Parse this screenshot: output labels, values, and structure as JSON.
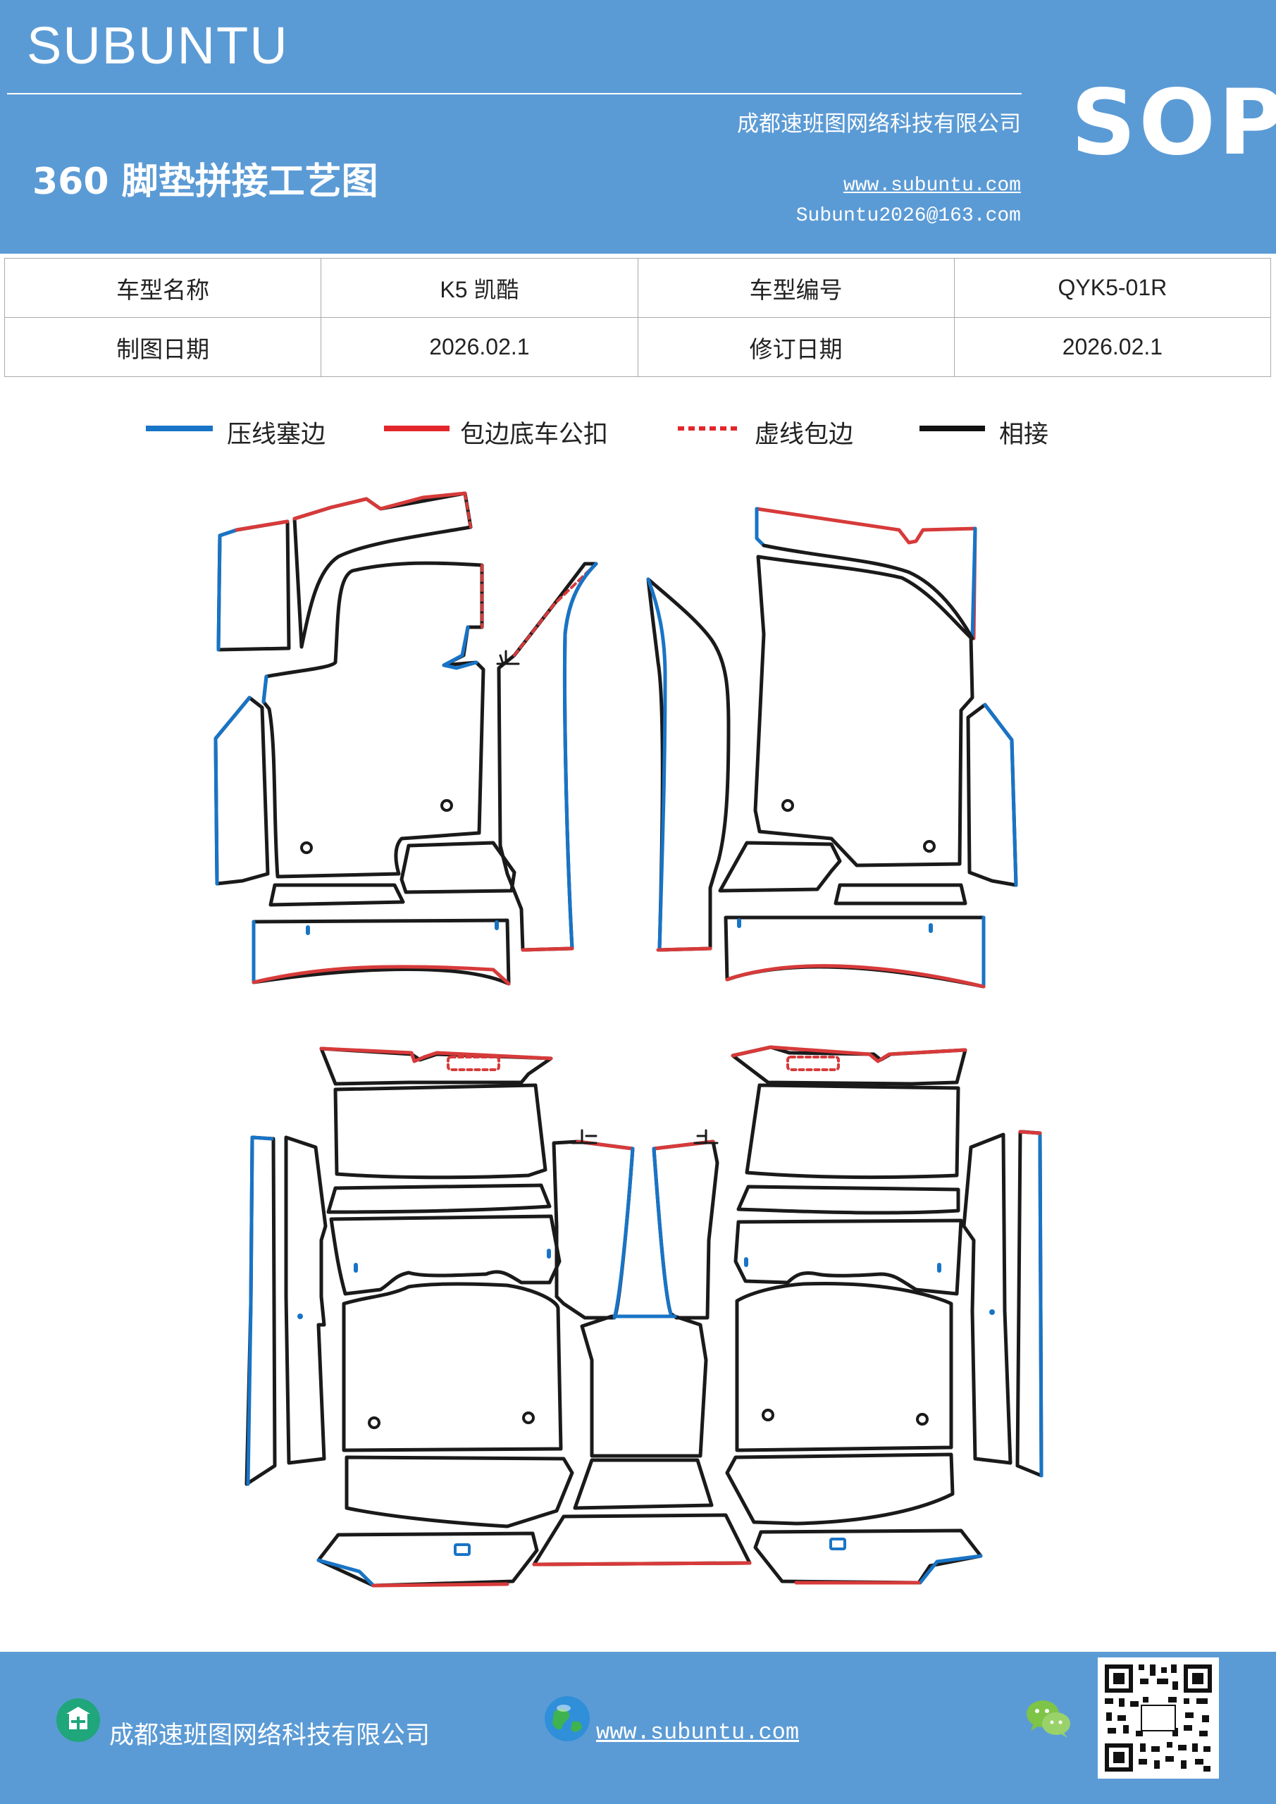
{
  "header": {
    "brand": "SUBUNTU",
    "company": "成都速班图网络科技有限公司",
    "title": "360 脚垫拼接工艺图",
    "website": "www.subuntu.com",
    "email": "Subuntu2026@163.com",
    "badge": "SOP"
  },
  "info": {
    "model_name_label": "车型名称",
    "model_name_value": "K5 凯酷",
    "model_code_label": "车型编号",
    "model_code_value": "QYK5-01R",
    "draw_date_label": "制图日期",
    "draw_date_value": "2026.02.1",
    "revise_date_label": "修订日期",
    "revise_date_value": "2026.02.1"
  },
  "legend": {
    "items": [
      {
        "label": "压线塞边",
        "color": "#1874c6",
        "style": "solid"
      },
      {
        "label": "包边底车公扣",
        "color": "#e2262b",
        "style": "solid"
      },
      {
        "label": "虚线包边",
        "color": "#e2262b",
        "style": "dotted"
      },
      {
        "label": "相接",
        "color": "#111111",
        "style": "solid"
      }
    ]
  },
  "colors": {
    "header_bg": "#5b9bd5",
    "blue_edge": "#1874c6",
    "red_edge": "#d73a3a",
    "black_edge": "#1a1a1a"
  },
  "footer": {
    "company": "成都速班图网络科技有限公司",
    "website": "www.subuntu.com",
    "icons": [
      "building-icon",
      "globe-icon",
      "wechat-icon",
      "qr-code"
    ]
  }
}
